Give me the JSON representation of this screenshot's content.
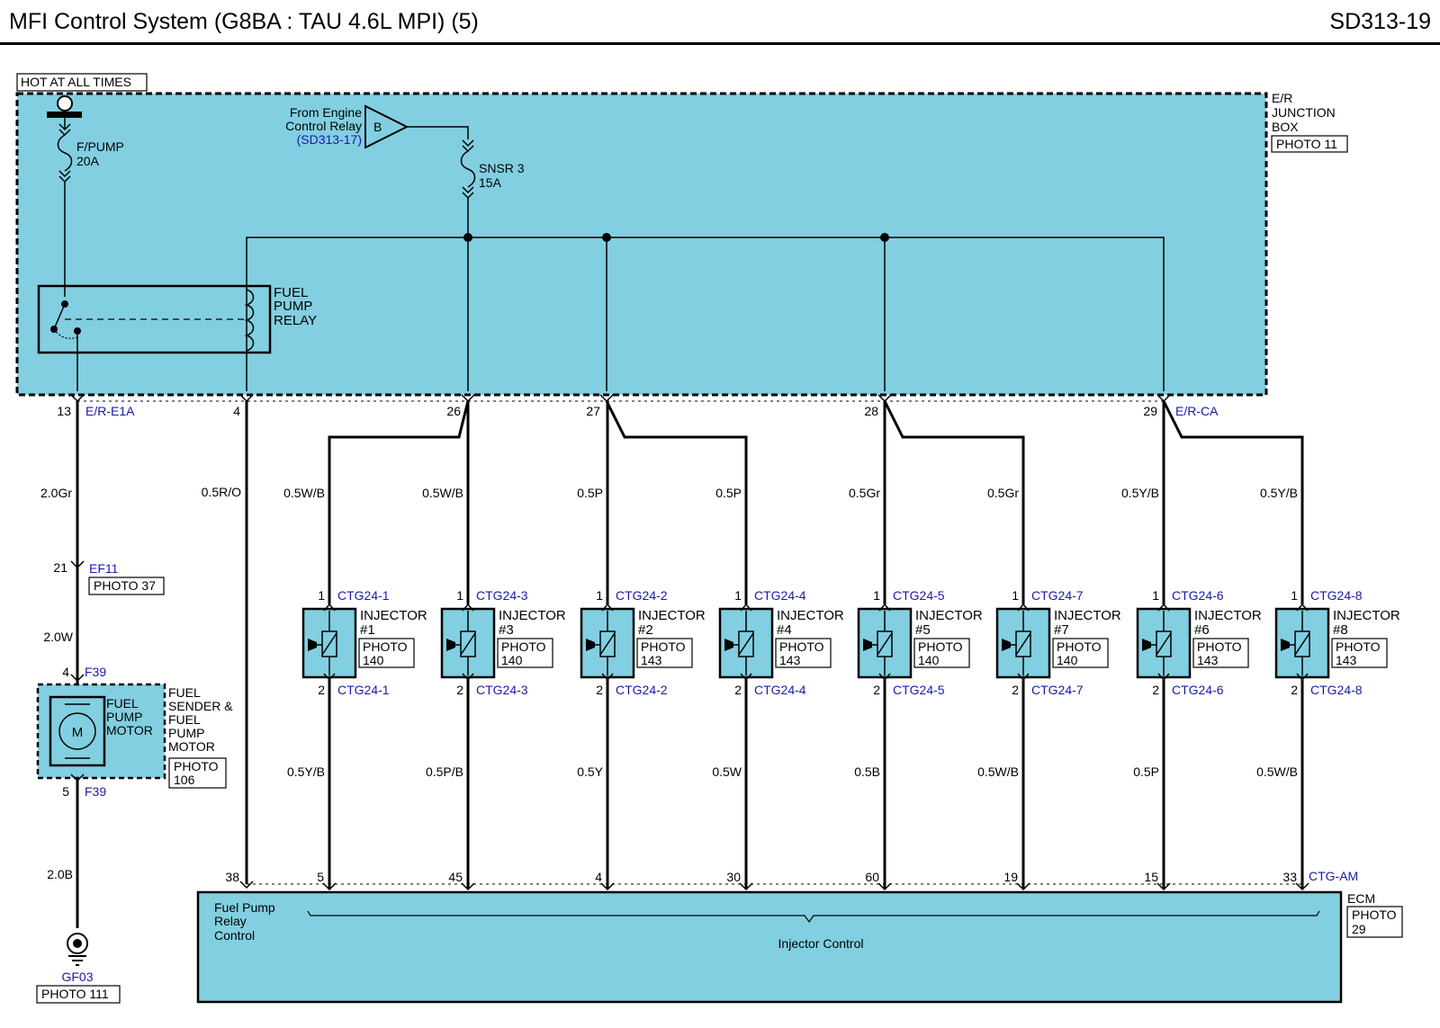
{
  "header": {
    "title": "MFI Control System (G8BA : TAU 4.6L MPI) (5)",
    "code": "SD313-19"
  },
  "colors": {
    "module_fill": "#82cfe1",
    "wire": "#000000",
    "connector_label": "#1a1aa8"
  },
  "power": {
    "hot_label": "HOT AT ALL TIMES",
    "fuse1": [
      "F/PUMP",
      "20A"
    ],
    "relay_from": [
      "From Engine",
      "Control Relay"
    ],
    "relay_ref": "(SD313-17)",
    "relay_letter": "B",
    "fuse2": [
      "SNSR 3",
      "15A"
    ]
  },
  "junction_box": {
    "label": [
      "E/R",
      "JUNCTION",
      "BOX"
    ],
    "photo": "PHOTO 11"
  },
  "fuel_pump_relay": [
    "FUEL",
    "PUMP",
    "RELAY"
  ],
  "jb_pins": [
    {
      "pin": "13",
      "connector": "E/R-E1A"
    },
    {
      "pin": "4",
      "connector": ""
    },
    {
      "pin": "26",
      "connector": ""
    },
    {
      "pin": "27",
      "connector": ""
    },
    {
      "pin": "28",
      "connector": ""
    },
    {
      "pin": "29",
      "connector": "E/R-CA"
    }
  ],
  "pump_circuit": {
    "wire1": "2.0Gr",
    "ef_pin": "21",
    "ef_connector": "EF11",
    "ef_photo": "PHOTO 37",
    "wire2": "2.0W",
    "f39_pin_top": "4",
    "f39_connector": "F39",
    "motor_letter": "M",
    "motor_label": [
      "FUEL",
      "PUMP",
      "MOTOR"
    ],
    "assembly_label": [
      "FUEL",
      "SENDER &",
      "FUEL",
      "PUMP",
      "MOTOR"
    ],
    "assembly_photo": [
      "PHOTO",
      "106"
    ],
    "f39_pin_bottom": "5",
    "wire3": "2.0B",
    "ground": "GF03",
    "ground_photo": "PHOTO 111",
    "relay_wire": "0.5R/O"
  },
  "injectors": [
    {
      "num": "#1",
      "conn": "CTG24-1",
      "photo": [
        "PHOTO",
        "140"
      ],
      "upper_wire": "0.5W/B",
      "lower_wire": "0.5Y/B",
      "ecm_pin": "5"
    },
    {
      "num": "#3",
      "conn": "CTG24-3",
      "photo": [
        "PHOTO",
        "140"
      ],
      "upper_wire": "0.5W/B",
      "lower_wire": "0.5P/B",
      "ecm_pin": "45"
    },
    {
      "num": "#2",
      "conn": "CTG24-2",
      "photo": [
        "PHOTO",
        "143"
      ],
      "upper_wire": "0.5P",
      "lower_wire": "0.5Y",
      "ecm_pin": "4"
    },
    {
      "num": "#4",
      "conn": "CTG24-4",
      "photo": [
        "PHOTO",
        "143"
      ],
      "upper_wire": "0.5P",
      "lower_wire": "0.5W",
      "ecm_pin": "30"
    },
    {
      "num": "#5",
      "conn": "CTG24-5",
      "photo": [
        "PHOTO",
        "140"
      ],
      "upper_wire": "0.5Gr",
      "lower_wire": "0.5B",
      "ecm_pin": "60"
    },
    {
      "num": "#7",
      "conn": "CTG24-7",
      "photo": [
        "PHOTO",
        "140"
      ],
      "upper_wire": "0.5Gr",
      "lower_wire": "0.5W/B",
      "ecm_pin": "19"
    },
    {
      "num": "#6",
      "conn": "CTG24-6",
      "photo": [
        "PHOTO",
        "143"
      ],
      "upper_wire": "0.5Y/B",
      "lower_wire": "0.5P",
      "ecm_pin": "15"
    },
    {
      "num": "#8",
      "conn": "CTG24-8",
      "photo": [
        "PHOTO",
        "143"
      ],
      "upper_wire": "0.5Y/B",
      "lower_wire": "0.5W/B",
      "ecm_pin": "33"
    }
  ],
  "injector_word": "INJECTOR",
  "injector_pin_top": "1",
  "injector_pin_bottom": "2",
  "ecm": {
    "relay_pin": "38",
    "connector": "CTG-AM",
    "label": "ECM",
    "photo": [
      "PHOTO",
      "29"
    ],
    "fuel_pump_control": [
      "Fuel Pump",
      "Relay",
      "Control"
    ],
    "injector_control": "Injector Control"
  }
}
